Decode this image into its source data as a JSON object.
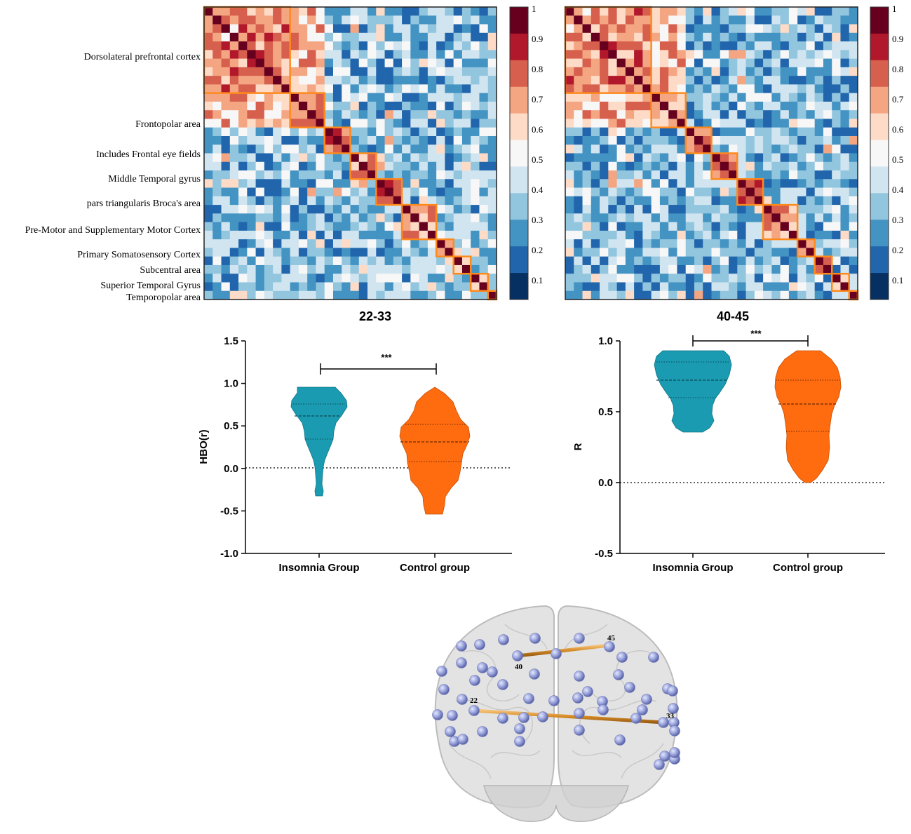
{
  "panels": [
    {
      "id": "left",
      "caption": "22-33",
      "row_labels": [
        "Dorsolateral prefrontal cortex",
        "Frontopolar area",
        "Includes Frontal eye fields",
        "Middle Temporal gyrus",
        "pars triangularis Broca's area",
        "Pre-Motor and Supplementary Motor Cortex",
        "Primary Somatosensory Cortex",
        "Subcentral area",
        "Superior Temporal Gyrus",
        "Temporopolar area"
      ]
    },
    {
      "id": "right",
      "caption": "40-45",
      "row_labels": []
    }
  ],
  "colorbar": {
    "ticks": [
      "1",
      "0.9",
      "0.8",
      "0.7",
      "0.6",
      "0.5",
      "0.4",
      "0.3",
      "0.2",
      "0.1"
    ],
    "colors": [
      "#67001f",
      "#b2182b",
      "#d6604d",
      "#f4a582",
      "#fddbc7",
      "#f7f7f7",
      "#d1e5f0",
      "#92c5de",
      "#4393c3",
      "#2166ac",
      "#053061"
    ]
  },
  "heatmap_module_sizes": [
    10,
    4,
    3,
    3,
    3,
    4,
    2,
    2,
    2,
    1
  ],
  "chart_data": [
    {
      "type": "violin",
      "ylabel": "HBO(r)",
      "ylim": [
        -1.0,
        1.5
      ],
      "yticks": [
        "1.5",
        "1.0",
        "0.5",
        "0.0",
        "-0.5",
        "-1.0"
      ],
      "categories": [
        "Insomnia Group",
        "Control group"
      ],
      "significance": "***",
      "series": [
        {
          "name": "Insomnia Group",
          "color": "#1a9bb1",
          "min": -0.32,
          "max": 0.94,
          "q1": 0.34,
          "median": 0.61,
          "q3": 0.76
        },
        {
          "name": "Control group",
          "color": "#ff6b0f",
          "min": -0.55,
          "max": 0.94,
          "q1": 0.08,
          "median": 0.31,
          "q3": 0.51
        }
      ]
    },
    {
      "type": "violin",
      "ylabel": "R",
      "ylim": [
        -0.5,
        1.0
      ],
      "yticks": [
        "1.0",
        "0.5",
        "0.0",
        "-0.5"
      ],
      "categories": [
        "Insomnia Group",
        "Control group"
      ],
      "significance": "***",
      "series": [
        {
          "name": "Insomnia Group",
          "color": "#1a9bb1",
          "min": 0.36,
          "max": 0.93,
          "q1": 0.6,
          "median": 0.72,
          "q3": 0.85
        },
        {
          "name": "Control group",
          "color": "#ff6b0f",
          "min": 0.0,
          "max": 0.93,
          "q1": 0.36,
          "median": 0.55,
          "q3": 0.72
        }
      ]
    }
  ],
  "brain": {
    "channel_labels": [
      "40",
      "45",
      "22",
      "33"
    ],
    "connections": [
      [
        "40",
        "45"
      ],
      [
        "22",
        "33"
      ]
    ]
  }
}
